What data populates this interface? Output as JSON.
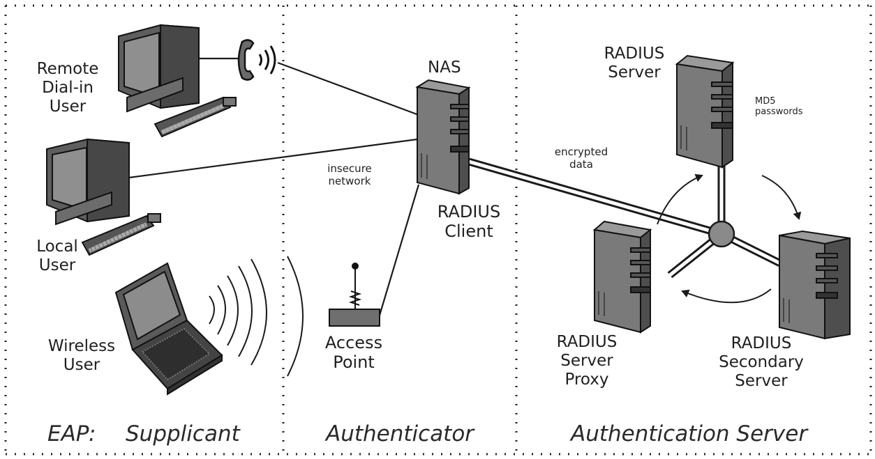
{
  "labels": {
    "remote_user": [
      "Remote",
      "Dial-in",
      "User"
    ],
    "local_user": [
      "Local",
      "User"
    ],
    "wireless_user": [
      "Wireless",
      "User"
    ],
    "nas": "NAS",
    "radius_client": [
      "RADIUS",
      "Client"
    ],
    "access_point": [
      "Access",
      "Point"
    ],
    "insecure_network": [
      "insecure",
      "network"
    ],
    "encrypted_data": [
      "encrypted",
      "data"
    ],
    "radius_server": [
      "RADIUS",
      "Server"
    ],
    "md5_passwords": [
      "MD5",
      "passwords"
    ],
    "radius_proxy": [
      "RADIUS",
      "Server",
      "Proxy"
    ],
    "radius_secondary": [
      "RADIUS",
      "Secondary",
      "Server"
    ]
  },
  "zones": {
    "eap": "EAP:",
    "supplicant": "Supplicant",
    "authenticator": "Authenticator",
    "authentication_server": "Authentication Server"
  }
}
